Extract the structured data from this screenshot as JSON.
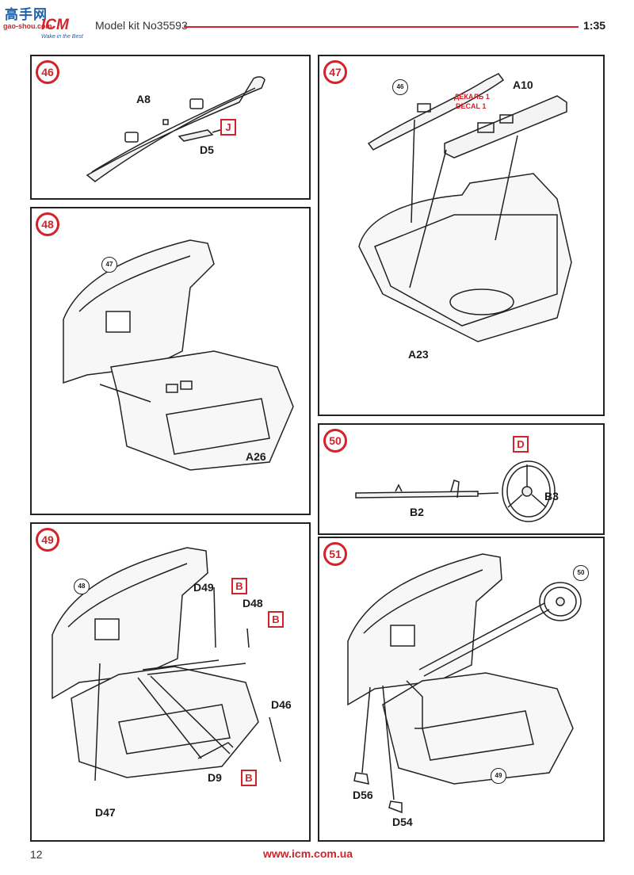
{
  "header": {
    "logo_cn": "高手网",
    "logo_url": "gao-shou.com",
    "logo_brand": "ICM",
    "logo_tagline": "Wake in the Best",
    "model_title": "Model kit No35593",
    "scale": "1:35"
  },
  "steps": {
    "s46": {
      "number": "46",
      "parts": {
        "a8": "A8",
        "d5": "D5"
      },
      "paint": "J"
    },
    "s47": {
      "number": "47",
      "ref": "46",
      "parts": {
        "a10": "A10",
        "a23": "A23"
      },
      "decal_ru": "ДЕКАЛЬ 1",
      "decal_en": "DECAL 1"
    },
    "s48": {
      "number": "48",
      "ref": "47",
      "parts": {
        "a26": "A26"
      }
    },
    "s49": {
      "number": "49",
      "ref": "48",
      "parts": {
        "d49": "D49",
        "d48": "D48",
        "d46": "D46",
        "d9": "D9",
        "d47": "D47"
      },
      "paint": "B"
    },
    "s50": {
      "number": "50",
      "parts": {
        "b2": "B2",
        "b3": "B3"
      },
      "paint": "D"
    },
    "s51": {
      "number": "51",
      "ref_top": "50",
      "ref_bottom": "49",
      "parts": {
        "d56": "D56",
        "d54": "D54"
      }
    }
  },
  "footer": {
    "page_number": "12",
    "website": "www.icm.com.ua"
  }
}
